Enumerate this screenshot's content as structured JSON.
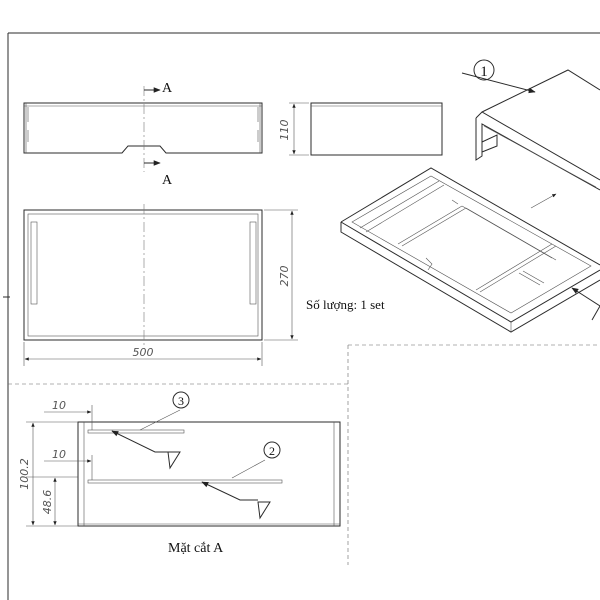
{
  "section_marks": {
    "top": "A",
    "bottom": "A"
  },
  "dimensions": {
    "front_height": "110",
    "plan_depth": "270",
    "plan_width": "500",
    "section_offset_top": "10",
    "section_offset_mid": "10",
    "section_height": "100.2",
    "section_lower": "48.6"
  },
  "callouts": {
    "c1": "1",
    "c2": "2",
    "c3": "3"
  },
  "quantity_label": "Số lượng: 1 set",
  "section_title": "Mặt cắt A"
}
